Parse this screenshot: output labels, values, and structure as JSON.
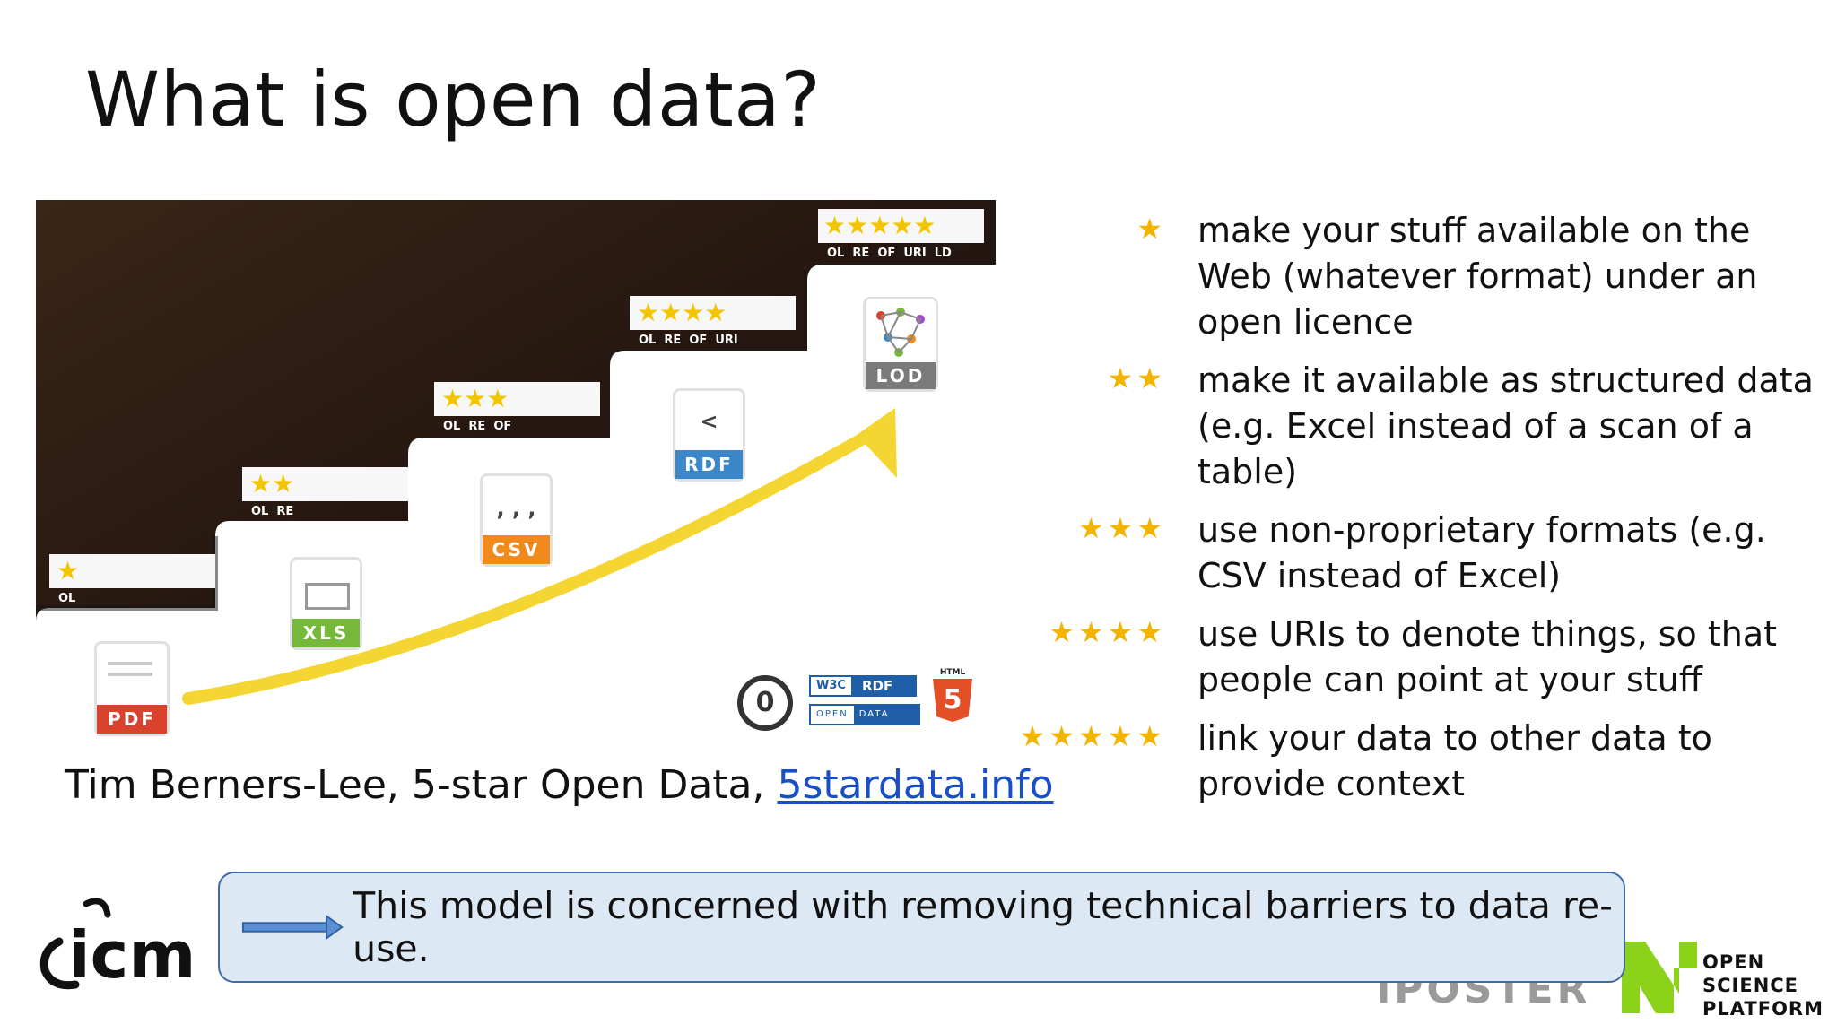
{
  "slide": {
    "title": "What is open data?",
    "caption_prefix": "Tim Berners-Lee, 5-star Open Data, ",
    "caption_link": "5stardata.info"
  },
  "staircase": {
    "steps": [
      {
        "stars": "★",
        "labels": "OL",
        "format": "PDF",
        "color": "#d9432e"
      },
      {
        "stars": "★★",
        "labels": "OL  RE",
        "format": "XLS",
        "color": "#76b83a"
      },
      {
        "stars": "★★★",
        "labels": "OL  RE  OF",
        "format": "CSV",
        "color": "#f08a1c"
      },
      {
        "stars": "★★★★",
        "labels": "OL  RE  OF  URI",
        "format": "RDF",
        "color": "#3b87c9"
      },
      {
        "stars": "★★★★★",
        "labels": "OL  RE  OF  URI  LD",
        "format": "LOD",
        "color": "#7a7a7a"
      }
    ],
    "badges": {
      "w3c": "W3C",
      "rdf": "RDF",
      "open": "OPEN",
      "data": "DATA",
      "html": "HTML",
      "html5": "5",
      "cc0": "0"
    }
  },
  "rules": [
    {
      "stars": "★",
      "text": "make your stuff available on the Web (whatever format) under an open licence"
    },
    {
      "stars": "★★",
      "text": "make it available as structured data (e.g. Excel instead of a scan of a table)"
    },
    {
      "stars": "★★★",
      "text": "use non-proprietary formats (e.g. CSV instead of Excel)"
    },
    {
      "stars": "★★★★",
      "text": "use URIs to denote things, so that people can point at your stuff"
    },
    {
      "stars": "★★★★★",
      "text": "link your data to other data to provide context"
    }
  ],
  "note": {
    "text": "This model is concerned with removing technical barriers to data re-use."
  },
  "logos": {
    "icm": "icm",
    "iposter": "iPOSTER",
    "osp_line1": "OPEN",
    "osp_line2": "SCIENCE",
    "osp_line3": "PLATFORM"
  },
  "colors": {
    "star": "#f3b400",
    "note_bg": "#dde8f5",
    "note_border": "#3f6aa3",
    "link": "#1a4ec8",
    "osp_green": "#8cd21a"
  }
}
